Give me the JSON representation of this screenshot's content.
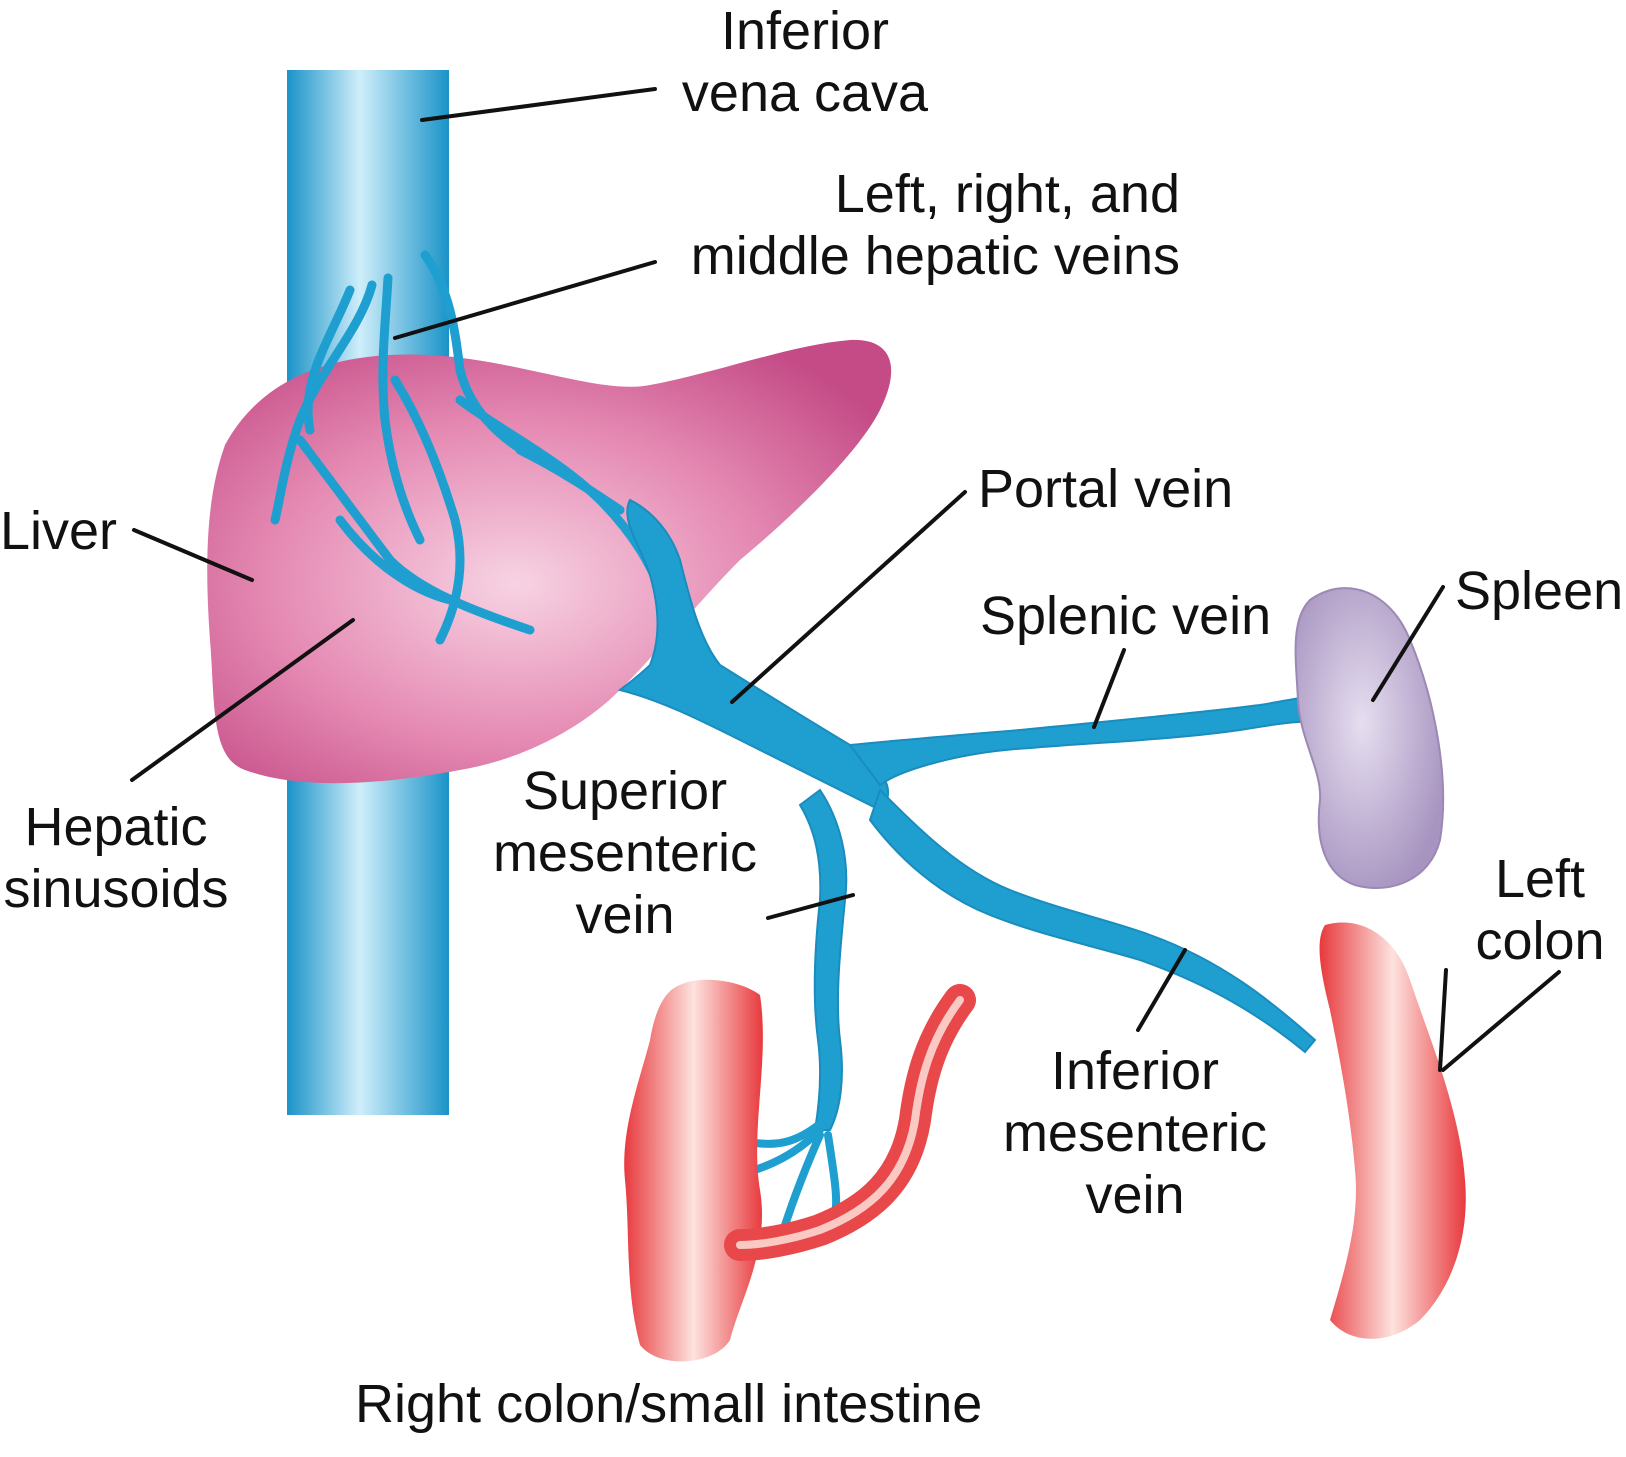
{
  "labels": {
    "ivc": "Inferior\nvena cava",
    "hepatic_veins": "Left, right, and\nmiddle hepatic veins",
    "liver": "Liver",
    "portal_vein": "Portal vein",
    "splenic_vein": "Splenic vein",
    "spleen": "Spleen",
    "hepatic_sinusoids": "Hepatic\nsinusoids",
    "smv": "Superior\nmesenteric\nvein",
    "left_colon": "Left\ncolon",
    "imv": "Inferior\nmesenteric\nvein",
    "right_colon": "Right colon/small intestine"
  },
  "colors": {
    "vein": "#1e9fd0",
    "vein_light": "#bfe6f5",
    "liver": "#d86a9c",
    "liver_light": "#f3c2d8",
    "spleen": "#b9a8c9",
    "colon": "#e84a4a",
    "colon_light": "#fbd0cc",
    "leader": "#111111"
  }
}
